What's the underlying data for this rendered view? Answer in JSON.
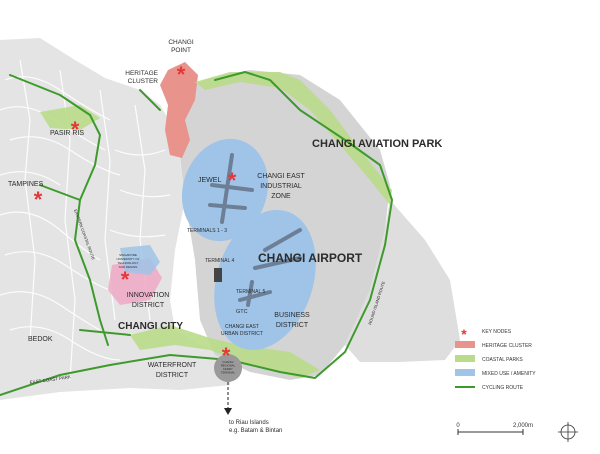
{
  "labels": {
    "changi_point_1": "CHANGI",
    "changi_point_2": "POINT",
    "heritage_cluster_1": "HERITAGE",
    "heritage_cluster_2": "CLUSTER",
    "changi_aviation_park": "CHANGI AVIATION PARK",
    "pasir_ris": "PASIR RIS",
    "tampines": "TAMPINES",
    "jewel": "JEWEL",
    "changi_east_industrial_1": "CHANGI EAST",
    "changi_east_industrial_2": "INDUSTRIAL",
    "changi_east_industrial_3": "ZONE",
    "terminals_1_3": "TERMINALS 1 - 3",
    "terminal_4": "TERMINAL 4",
    "changi_airport": "CHANGI AIRPORT",
    "terminal_5": "TERMINAL 5",
    "gtc": "GTC",
    "changi_east_urban_1": "CHANGI EAST",
    "changi_east_urban_2": "URBAN DISTRICT",
    "business_district_1": "BUSINESS",
    "business_district_2": "DISTRICT",
    "innovation_district_1": "INNOVATION",
    "innovation_district_2": "DISTRICT",
    "singapore_university_1": "SINGAPORE",
    "singapore_university_2": "UNIVERSITY OF",
    "singapore_university_3": "TECHNOLOGY",
    "singapore_university_4": "AND DESIGN",
    "changi_city": "CHANGI CITY",
    "waterfront_district_1": "WATERFRONT",
    "waterfront_district_2": "DISTRICT",
    "ferry_terminal_1": "CHANGI",
    "ferry_terminal_2": "REGIONAL",
    "ferry_terminal_3": "FERRY",
    "ferry_terminal_4": "TERMINAL",
    "bedok": "BEDOK",
    "east_coast_park": "EAST COAST PARK",
    "eastern_coastal_route": "EASTERN COASTAL ROUTE",
    "round_island_route": "ROUND ISLAND ROUTE",
    "riau_1": "to Riau Islands",
    "riau_2": "e.g. Batam & Bintan"
  },
  "legend": {
    "key_nodes": "KEY NODES",
    "heritage_cluster": "HERITAGE CLUSTER",
    "coastal_parks": "COASTAL PARKS",
    "mixed_use": "MIXED USE / AMENITY",
    "cycling_route": "CYCLING ROUTE"
  },
  "scale": {
    "zero": "0",
    "distance": "2,000m"
  },
  "colors": {
    "heritage": "#e8948d",
    "park": "#b9dc8a",
    "route": "#3e9a2c",
    "mixed_use": "#9fc4e8",
    "key_node": "#e2383a",
    "airport": "#d4d4d4",
    "urban_bg": "#e4e4e4",
    "pink_zone": "#f0a8c6"
  },
  "icons": {
    "key_node": "asterisk-icon",
    "north": "compass-icon"
  }
}
